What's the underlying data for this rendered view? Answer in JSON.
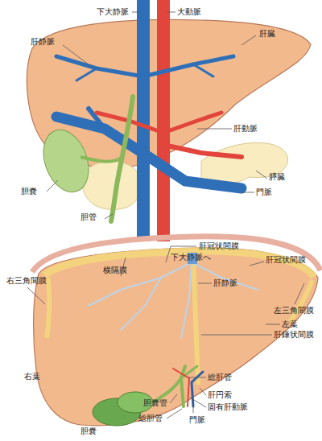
{
  "diagram": {
    "labels": [
      "下大静脈",
      "大動脈",
      "肝静脈",
      "肝臓",
      "肝動脈",
      "膵臓",
      "胆嚢",
      "門脈",
      "胆管",
      "肝冠状間膜",
      "横隔膜",
      "下大静脈へ",
      "肝冠状間膜",
      "右三角間膜",
      "肝静脈",
      "左三角間膜",
      "左葉",
      "肝鎌状間膜",
      "右葉",
      "総肝管",
      "肝円索",
      "胆嚢管",
      "固有肝動脈",
      "総胆管",
      "門脈",
      "胆嚢"
    ]
  }
}
